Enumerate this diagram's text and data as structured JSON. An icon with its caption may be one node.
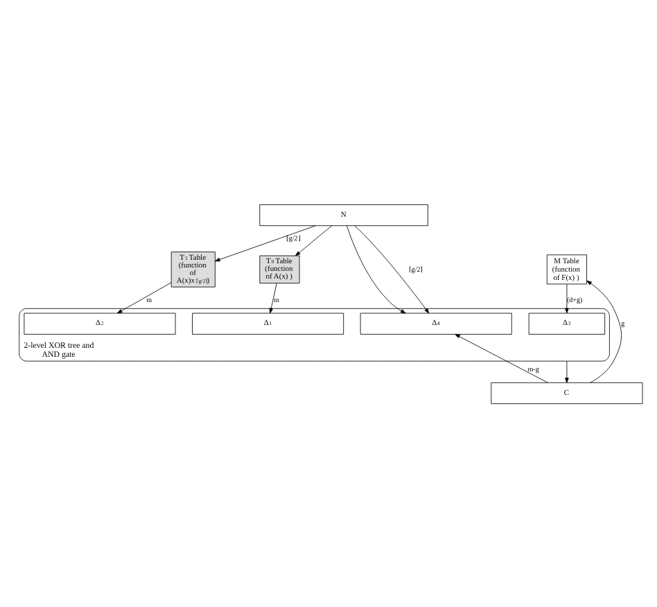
{
  "diagram": {
    "nodes": [
      {
        "text": [
          "N"
        ]
      },
      {
        "text": [
          "M Table (function of F(x) )"
        ]
      },
      {
        "text": [
          "T$_{1}$ Table (function of A(x)x$^{⌈g/2⌉}$)"
        ]
      },
      {
        "text": [
          "T$_{0}$ Table (function of A(x) )"
        ]
      },
      {
        "text": [
          "2-level XOR tree and AND gate"
        ]
      },
      {
        "text": [
          "Δ$_{2}$"
        ],
        "in": 4
      },
      {
        "text": [
          "Δ$_{1}$"
        ],
        "in": 4
      },
      {
        "text": [
          "Δ$_{4}$"
        ],
        "in": 4
      },
      {
        "text": [
          "Δ$_{3}$"
        ],
        "in": 4
      },
      {
        "text": [
          "C"
        ]
      }
    ],
    "edges": [
      {
        "from": 0,
        "to": 2,
        "arrow": "to",
        "label": "⌊g/2⌋"
      },
      {
        "from": 0,
        "to": 7,
        "arrow": "to"
      },
      {
        "from": 0,
        "to": 3,
        "arrow": "to"
      },
      {
        "from": 0,
        "to": 7,
        "arrow": "to",
        "label": "⌈g/2⌉"
      },
      {
        "from": 2,
        "to": 5,
        "arrow": "to",
        "label": "m"
      },
      {
        "from": 3,
        "to": 6,
        "arrow": "to",
        "label": "m"
      },
      {
        "from": 1,
        "to": 8,
        "arrow": "to",
        "label": "(d+g)"
      },
      {
        "from": 4,
        "to": 9,
        "arrow": "to"
      },
      {
        "from": 9,
        "to": 1,
        "arrow": "to",
        "label": "g"
      },
      {
        "from": 9,
        "to": 7,
        "arrow": "to",
        "label": "m-g"
      }
    ]
  }
}
